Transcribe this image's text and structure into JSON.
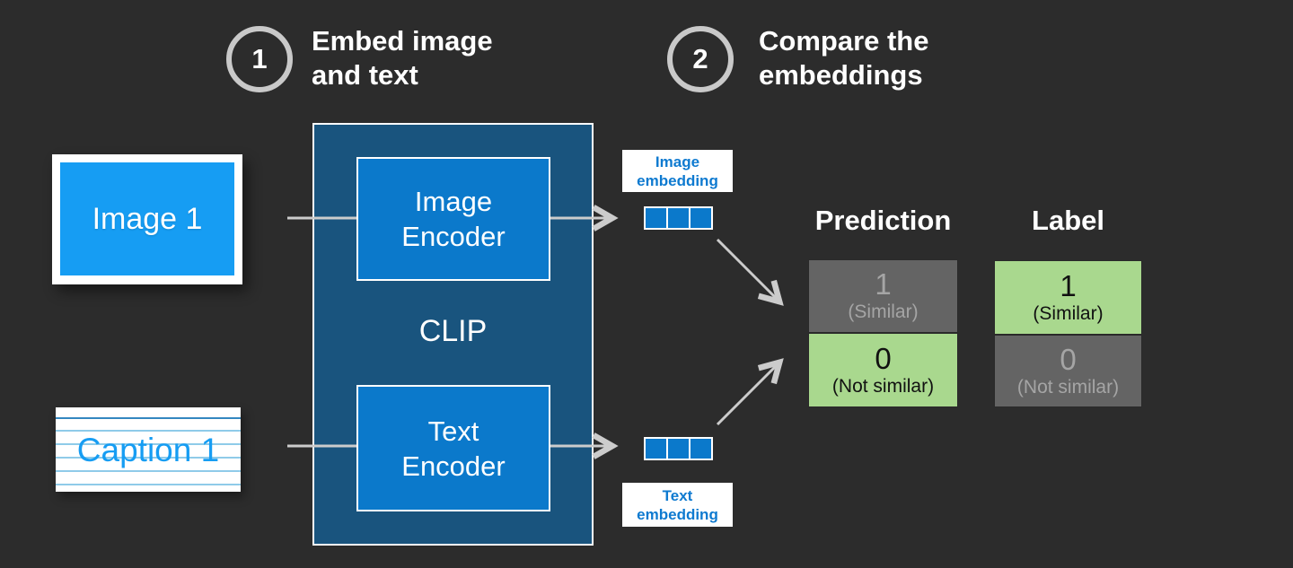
{
  "title": "CLIP training diagram",
  "steps": [
    {
      "number": "1",
      "label": "Embed image\nand text"
    },
    {
      "number": "2",
      "label": "Compare the\nembeddings"
    }
  ],
  "inputs": {
    "image_card": {
      "label": "Image 1"
    },
    "caption_card": {
      "label": "Caption 1"
    }
  },
  "clip": {
    "title": "CLIP",
    "image_encoder_label": "Image\nEncoder",
    "text_encoder_label": "Text\nEncoder"
  },
  "embeddings": {
    "image": {
      "label": "Image\nembedding",
      "cells": 3
    },
    "text": {
      "label": "Text\nembedding",
      "cells": 3
    }
  },
  "comparison": {
    "prediction": {
      "header": "Prediction",
      "rows": [
        {
          "value": "1",
          "caption": "(Similar)",
          "state": "inactive"
        },
        {
          "value": "0",
          "caption": "(Not similar)",
          "state": "active"
        }
      ]
    },
    "label": {
      "header": "Label",
      "rows": [
        {
          "value": "1",
          "caption": "(Similar)",
          "state": "active"
        },
        {
          "value": "0",
          "caption": "(Not similar)",
          "state": "inactive"
        }
      ]
    }
  },
  "colors": {
    "background": "#2c2c2c",
    "clip_container_blue": "#19547e",
    "encoder_blue": "#0b79cb",
    "photo_blue": "#169df3",
    "embedding_text_blue": "#0e7ad0",
    "similar_green": "#a9d88e",
    "dimmed_gray": "#646464",
    "dimmed_text_gray": "#a5a5a5",
    "arrow_gray": "#cccccc"
  }
}
